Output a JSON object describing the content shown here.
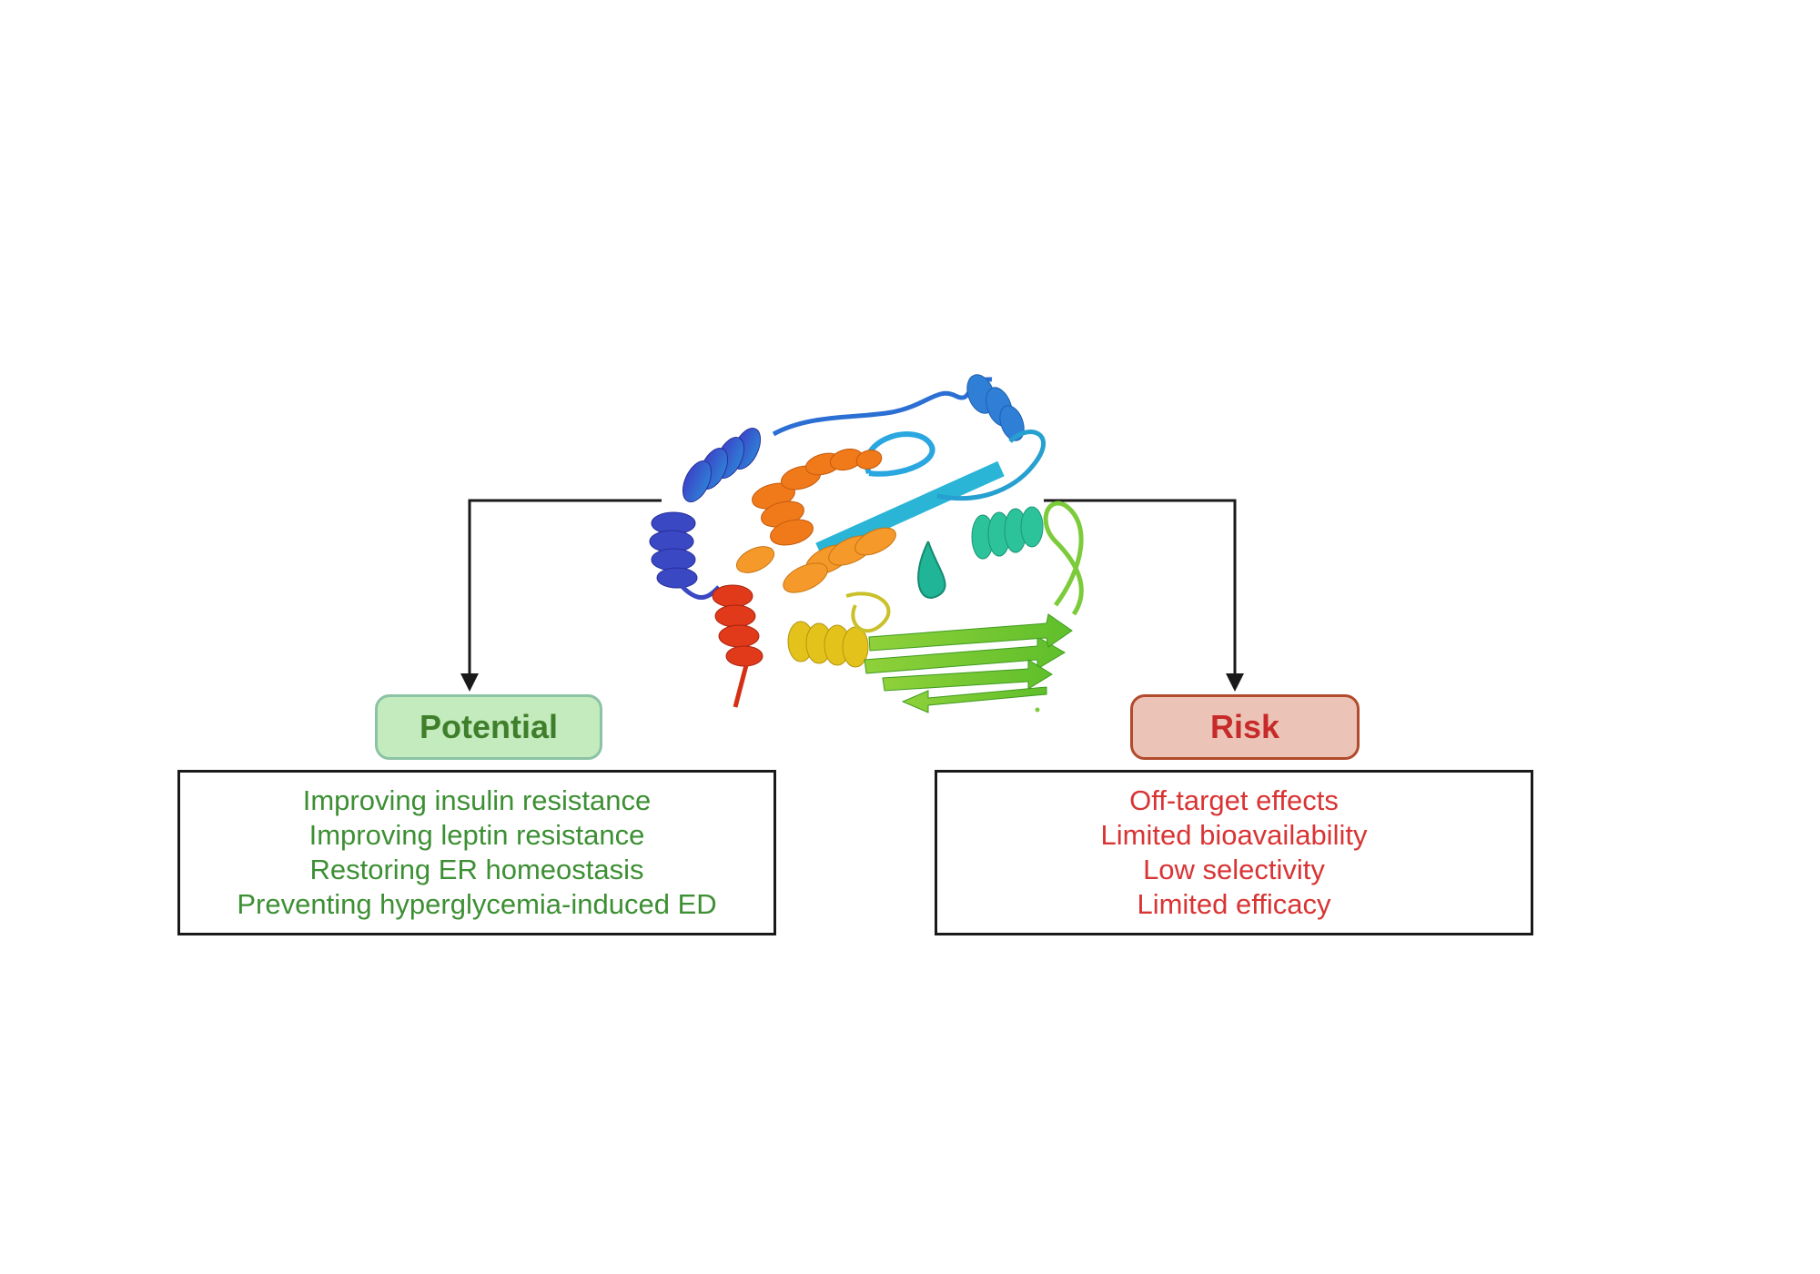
{
  "potential": {
    "label": "Potential",
    "items": [
      "Improving insulin resistance",
      "Improving leptin resistance",
      "Restoring ER homeostasis",
      "Preventing hyperglycemia-induced ED"
    ]
  },
  "risk": {
    "label": "Risk",
    "items": [
      "Off-target effects",
      "Limited bioavailability",
      "Low selectivity",
      "Limited efficacy"
    ]
  },
  "colors": {
    "potential_text": "#3d8f34",
    "potential_fill": "#c3ebbd",
    "risk_text": "#d93434",
    "risk_fill": "#ecc4b7",
    "line": "#1a1a1a"
  },
  "protein_image": "protein-ribbon-structure"
}
